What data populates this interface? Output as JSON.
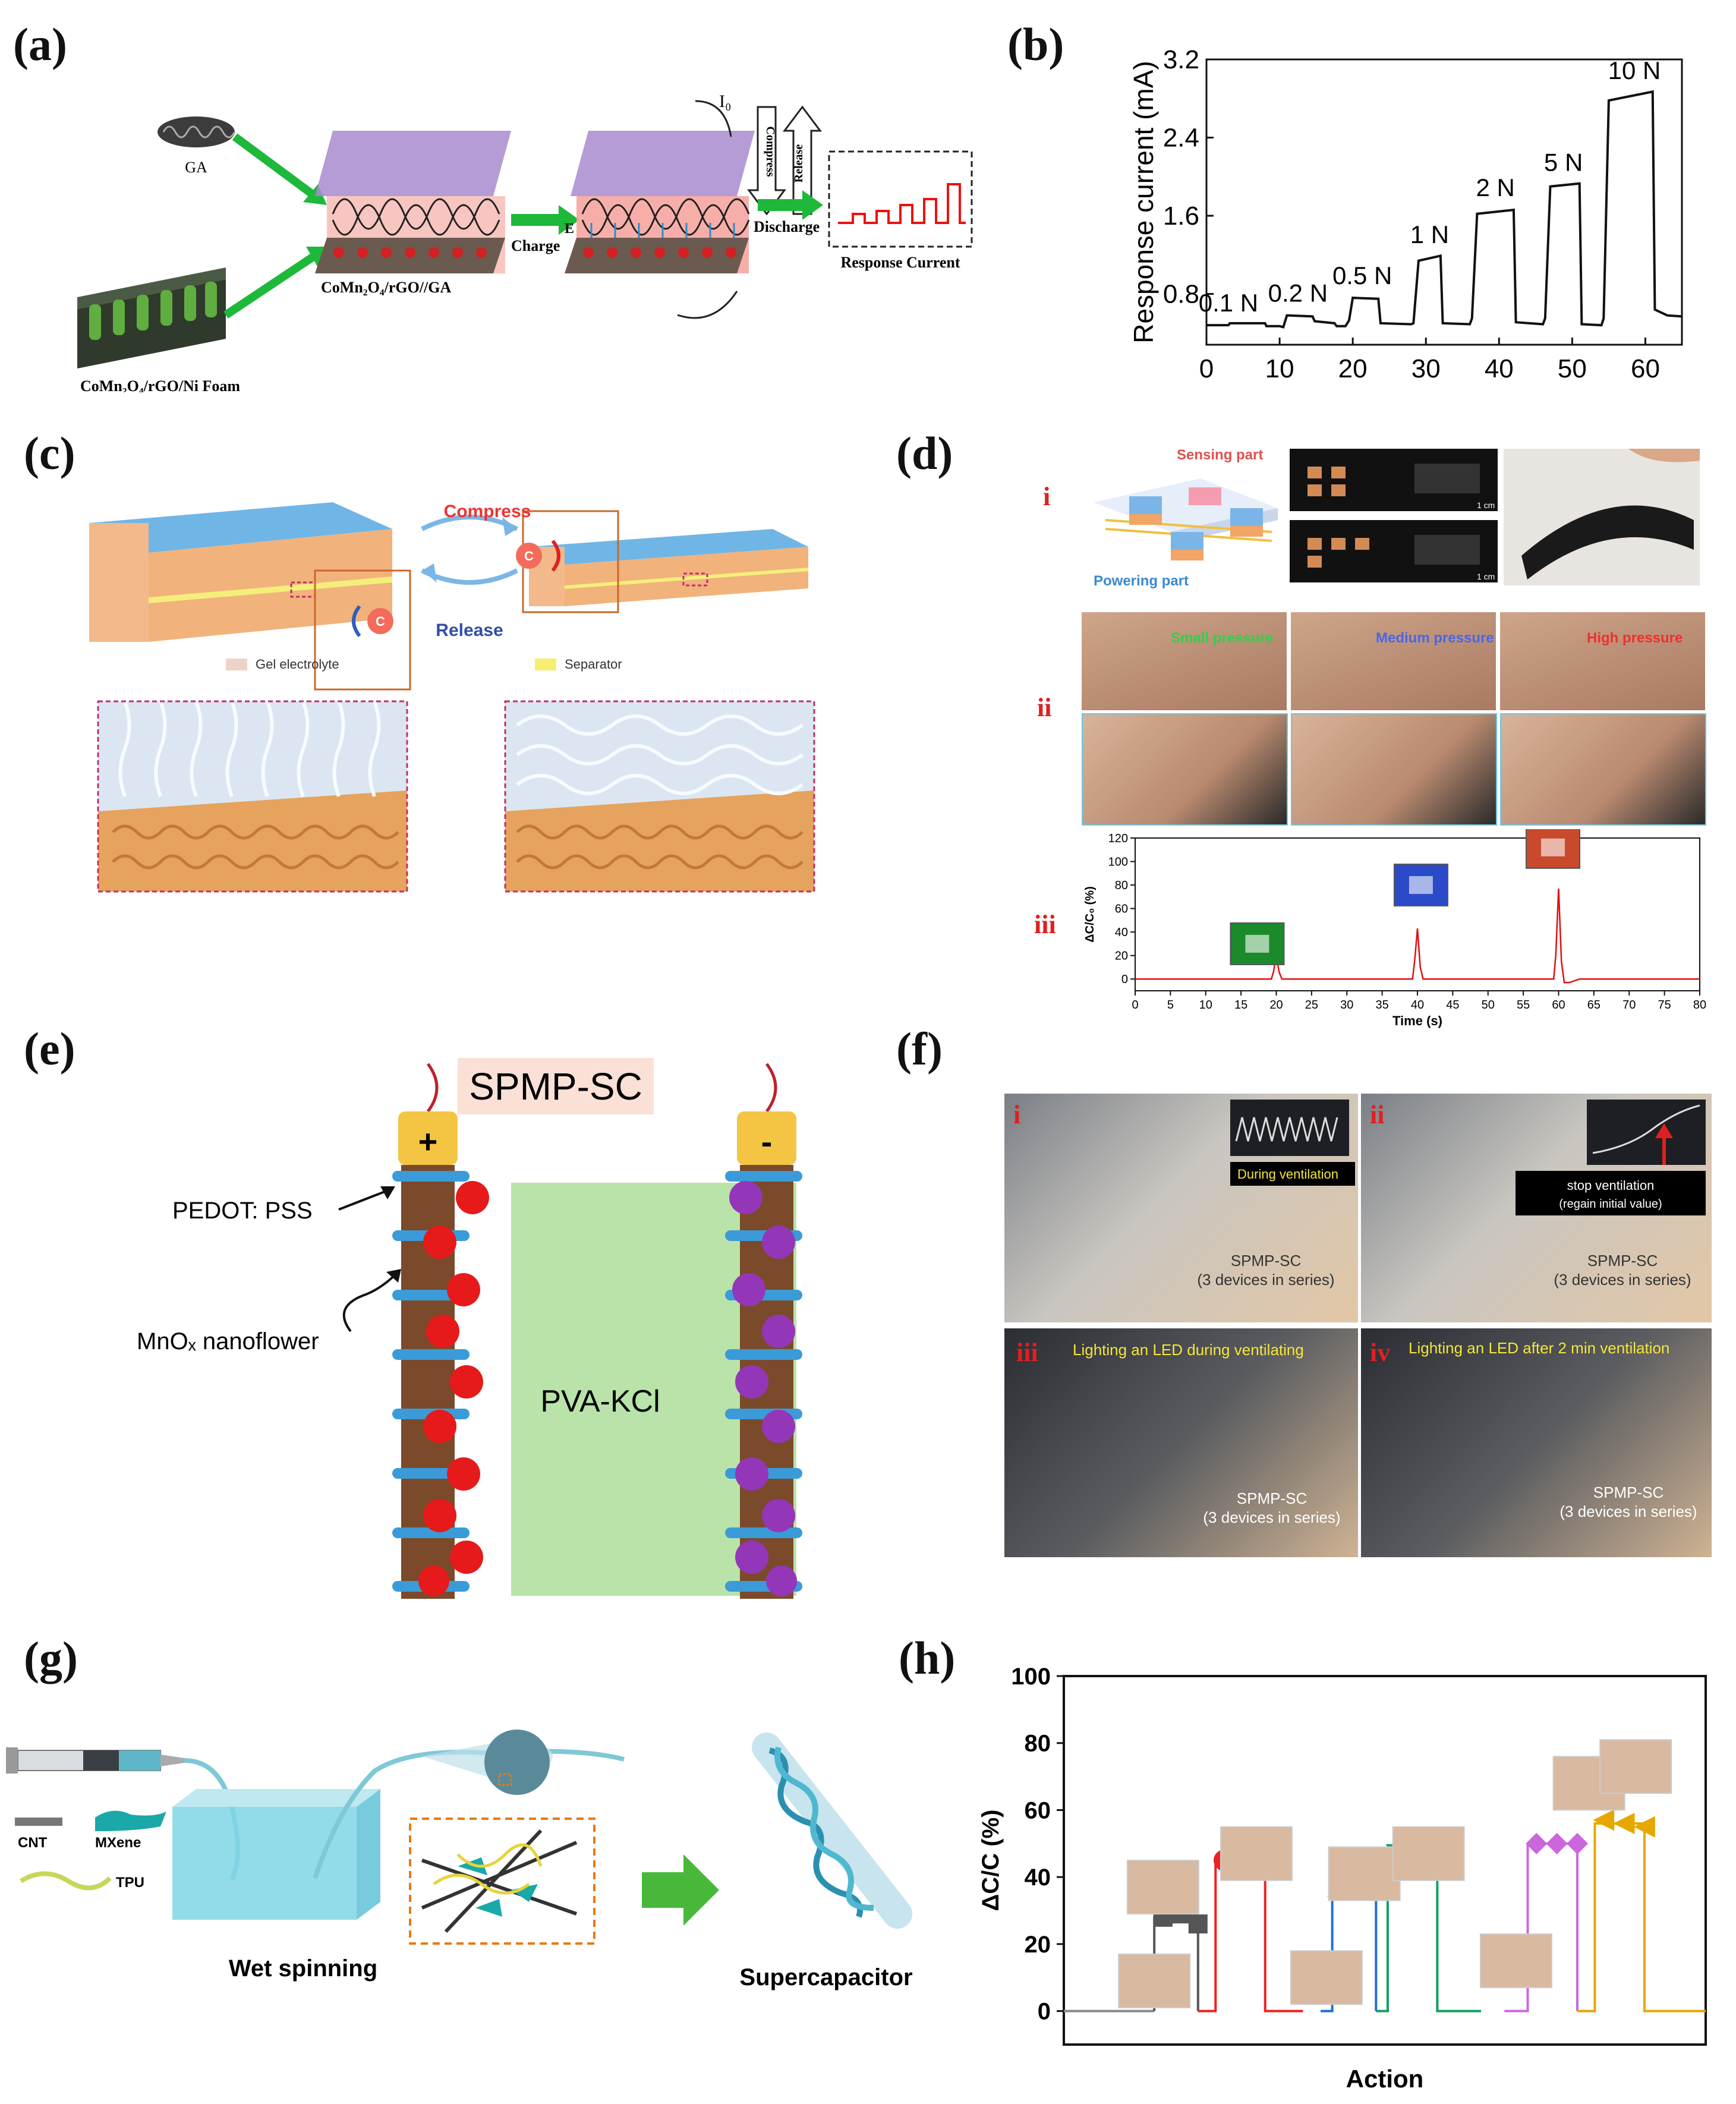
{
  "labels": {
    "a": "(a)",
    "b": "(b)",
    "c": "(c)",
    "d": "(d)",
    "e": "(e)",
    "f": "(f)",
    "g": "(g)",
    "h": "(h)"
  },
  "panel_a": {
    "ga": "GA",
    "electrode": "CoMn₂O₄/rGO/Ni Foam",
    "device": "CoMn₂O₄/rGO//GA",
    "charge": "Charge",
    "e_field": "E",
    "i0": "I₀",
    "compress": "Compress",
    "release": "Release",
    "discharge": "Discharge",
    "response": "Response Current"
  },
  "panel_c": {
    "compress": "Compress",
    "release": "Release",
    "gel": "Gel electrolyte",
    "separator": "Separator",
    "circuit": "C"
  },
  "panel_d": {
    "row_i": "i",
    "row_ii": "ii",
    "row_iii": "iii",
    "sensing": "Sensing part",
    "powering": "Powering part",
    "scale": "1 cm",
    "small": "Small pressure",
    "medium": "Medium pressure",
    "high": "High pressure"
  },
  "panel_e": {
    "title": "SPMP-SC",
    "pedot": "PEDOT: PSS",
    "mnox": "MnOₓ nanoflower",
    "pva": "PVA-KCl",
    "plus": "+",
    "minus": "-"
  },
  "panel_f": {
    "i": "i",
    "ii": "ii",
    "iii": "iii",
    "iv": "iv",
    "during": "During ventilation",
    "stop": "stop ventilation",
    "regain": "(regain initial value)",
    "device": "SPMP-SC",
    "series": "(3 devices in series)",
    "led1": "Lighting an LED during ventilating",
    "led2": "Lighting an LED after 2 min ventilation"
  },
  "panel_g": {
    "cnt": "CNT",
    "mxene": "MXene",
    "tpu": "TPU",
    "wet": "Wet spinning",
    "sc": "Supercapacitor"
  },
  "chart_data": [
    {
      "type": "line",
      "panel": "b",
      "ylabel": "Response current (mA)",
      "xlabel": "",
      "xlim": [
        0,
        65
      ],
      "ylim": [
        0.28,
        3.2
      ],
      "xticks": [
        0,
        10,
        20,
        30,
        40,
        50,
        60
      ],
      "yticks": [
        0.8,
        1.6,
        2.4,
        3.2
      ],
      "x": [
        0,
        3,
        3.2,
        8,
        8.2,
        10,
        10.5,
        11,
        14.5,
        14.8,
        17.5,
        17.8,
        19,
        19.5,
        20,
        23.5,
        23.8,
        28,
        28.3,
        29,
        32,
        32.3,
        36,
        36.3,
        37,
        42,
        42.3,
        46,
        46.3,
        47,
        51,
        51.3,
        54,
        54.3,
        55,
        61,
        61.3,
        63,
        65
      ],
      "y": [
        0.48,
        0.48,
        0.5,
        0.5,
        0.47,
        0.47,
        0.46,
        0.58,
        0.57,
        0.52,
        0.5,
        0.47,
        0.47,
        0.53,
        0.76,
        0.75,
        0.5,
        0.49,
        0.5,
        1.14,
        1.19,
        0.5,
        0.49,
        0.55,
        1.62,
        1.66,
        0.51,
        0.49,
        0.55,
        1.9,
        1.93,
        0.49,
        0.48,
        0.55,
        2.78,
        2.87,
        0.64,
        0.58,
        0.57
      ],
      "annotations": [
        {
          "text": "0.1 N",
          "x": 3,
          "y": 0.62
        },
        {
          "text": "0.2 N",
          "x": 12.5,
          "y": 0.72
        },
        {
          "text": "0.5 N",
          "x": 21.3,
          "y": 0.9
        },
        {
          "text": "1 N",
          "x": 30.5,
          "y": 1.32
        },
        {
          "text": "2 N",
          "x": 39.5,
          "y": 1.8
        },
        {
          "text": "5 N",
          "x": 48.8,
          "y": 2.06
        },
        {
          "text": "10 N",
          "x": 58.5,
          "y": 3.0
        }
      ]
    },
    {
      "type": "line",
      "panel": "d-iii",
      "ylabel": "ΔC/C₀ (%)",
      "xlabel": "Time (s)",
      "xlim": [
        0,
        80
      ],
      "ylim": [
        -10,
        120
      ],
      "xticks": [
        0,
        5,
        10,
        15,
        20,
        25,
        30,
        35,
        40,
        45,
        50,
        55,
        60,
        65,
        70,
        75,
        80
      ],
      "yticks": [
        0,
        20,
        40,
        60,
        80,
        100,
        120
      ],
      "x": [
        0,
        19.3,
        19.6,
        20,
        20.4,
        20.8,
        39.3,
        39.6,
        40,
        40.4,
        40.8,
        59.3,
        59.6,
        60,
        60.4,
        60.8,
        61.5,
        63,
        80
      ],
      "y": [
        0,
        0,
        6,
        20,
        6,
        0,
        0,
        15,
        43,
        10,
        0,
        0,
        20,
        77,
        15,
        -3,
        -3,
        0,
        0
      ]
    },
    {
      "type": "step",
      "panel": "h",
      "ylabel": "ΔC/C (%)",
      "xlabel": "Action",
      "xlim": [
        0,
        22
      ],
      "ylim": [
        -10,
        100
      ],
      "yticks": [
        0,
        20,
        40,
        60,
        80,
        100
      ],
      "series": [
        {
          "color": "#888888",
          "marker": "none",
          "x": [
            0,
            3.1
          ],
          "y": [
            0,
            0
          ]
        },
        {
          "color": "#555555",
          "marker": "square",
          "x": [
            3.1,
            3.1,
            4.6,
            4.6
          ],
          "y": [
            0,
            28,
            28,
            0
          ],
          "markers_x": [
            3.4,
            4.0,
            4.6
          ],
          "markers_y": [
            28,
            29,
            26
          ]
        },
        {
          "color": "#ee2222",
          "marker": "circle",
          "x": [
            4.6,
            5.2,
            5.2,
            6.9,
            6.9,
            8.2
          ],
          "y": [
            0,
            0,
            45,
            45,
            0,
            0
          ],
          "markers_x": [
            5.5,
            6.1,
            6.7
          ],
          "markers_y": [
            45,
            45,
            45
          ]
        },
        {
          "color": "#1f6fd6",
          "marker": "triangle-up",
          "x": [
            8.8,
            9.2,
            9.2,
            10.7,
            10.7
          ],
          "y": [
            0,
            0,
            37,
            37,
            0
          ],
          "markers_x": [
            9.4,
            10.0,
            10.6
          ],
          "markers_y": [
            37,
            37,
            37
          ]
        },
        {
          "color": "#10a060",
          "marker": "triangle-down",
          "x": [
            10.7,
            11.1,
            11.1,
            12.8,
            12.8,
            14.3
          ],
          "y": [
            0,
            0,
            47,
            47,
            0,
            0
          ],
          "markers_x": [
            11.4,
            12.1,
            12.8
          ],
          "markers_y": [
            47,
            47,
            47
          ]
        },
        {
          "color": "#cc66dd",
          "marker": "diamond",
          "x": [
            15.1,
            15.9,
            15.9,
            17.6,
            17.6
          ],
          "y": [
            0,
            0,
            50,
            50,
            0
          ],
          "markers_x": [
            16.2,
            16.9,
            17.6
          ],
          "markers_y": [
            50,
            50,
            50
          ]
        },
        {
          "color": "#e6a800",
          "marker": "triangle-left",
          "x": [
            17.6,
            18.2,
            18.2,
            19.9,
            19.9,
            22
          ],
          "y": [
            0,
            0,
            56,
            56,
            0,
            0
          ],
          "markers_x": [
            18.5,
            19.2,
            19.9
          ],
          "markers_y": [
            57,
            56,
            55
          ]
        }
      ]
    }
  ]
}
